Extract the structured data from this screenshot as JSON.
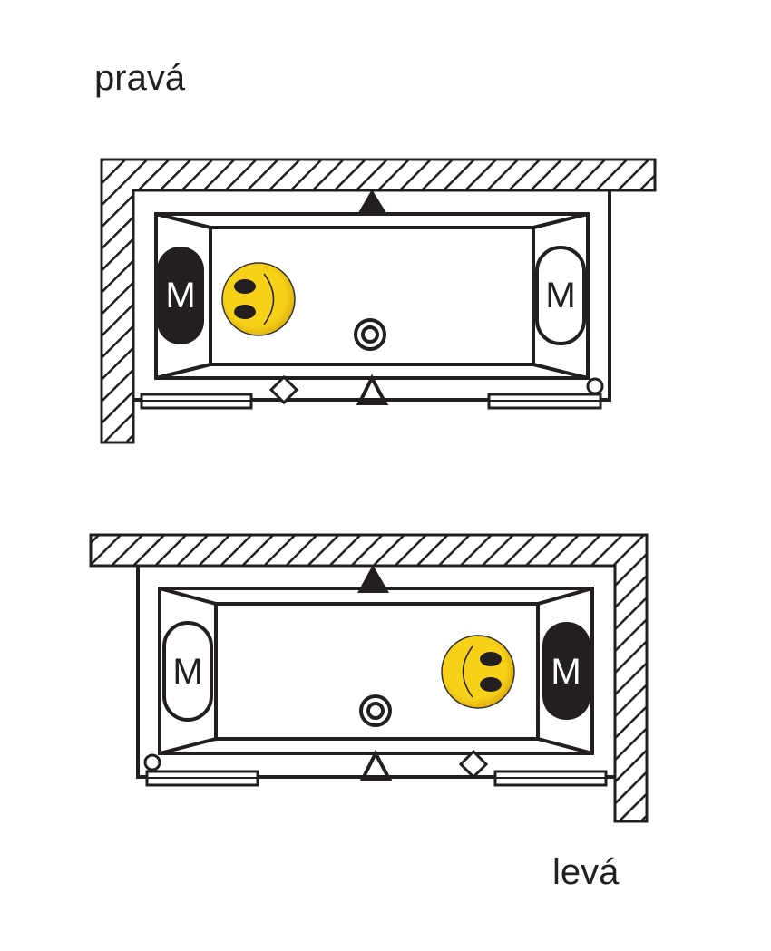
{
  "labels": {
    "right": "pravá",
    "left": "levá"
  },
  "headrest_letter": "M",
  "colors": {
    "line": "#231f20",
    "smiley": "#f7d117",
    "background": "#ffffff"
  }
}
